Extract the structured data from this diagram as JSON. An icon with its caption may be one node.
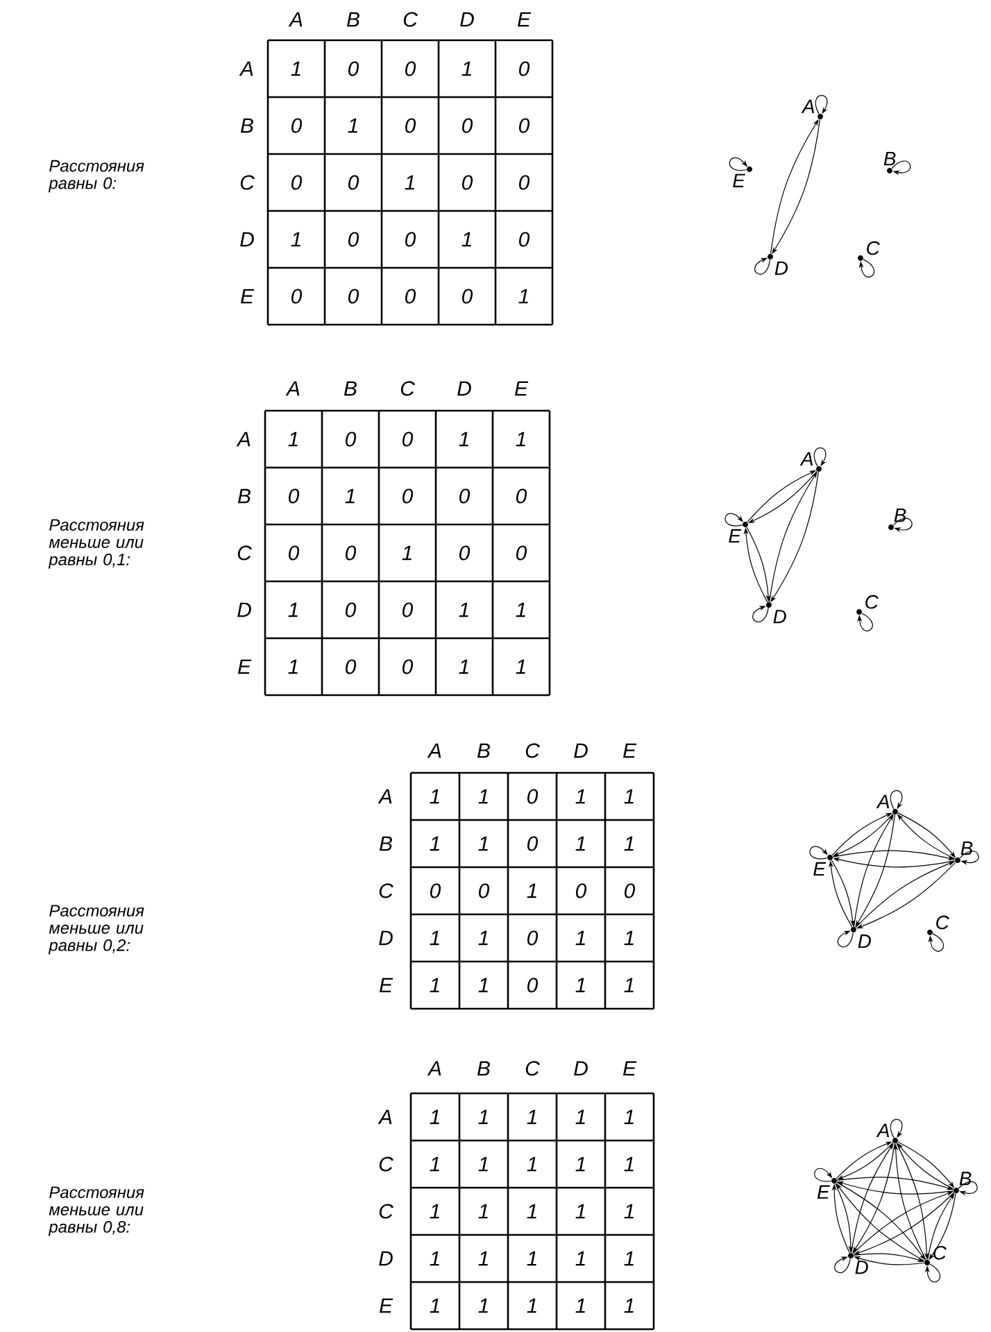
{
  "diagram": {
    "nodes": [
      {
        "text": [
          "A"
        ]
      },
      {
        "text": [
          "B"
        ]
      },
      {
        "text": [
          "C"
        ]
      },
      {
        "text": [
          "D"
        ]
      },
      {
        "text": [
          "E"
        ]
      },
      {
        "text": [
          "A"
        ]
      },
      {
        "text": [
          "B"
        ]
      },
      {
        "text": [
          "C"
        ]
      },
      {
        "text": [
          "D"
        ]
      },
      {
        "text": [
          "E"
        ]
      },
      {
        "text": [
          "A"
        ]
      },
      {
        "text": [
          "B"
        ]
      },
      {
        "text": [
          "C"
        ]
      },
      {
        "text": [
          "D"
        ]
      },
      {
        "text": [
          "E"
        ]
      },
      {
        "text": [
          "A"
        ]
      },
      {
        "text": [
          "B"
        ]
      },
      {
        "text": [
          "C"
        ]
      },
      {
        "text": [
          "D"
        ]
      },
      {
        "text": [
          "E"
        ]
      }
    ],
    "edges": [
      {
        "from": 0,
        "to": 3,
        "arrow": "to"
      },
      {
        "from": 3,
        "to": 0,
        "arrow": "to"
      },
      {
        "from": 0,
        "to": 0,
        "arrow": "to"
      },
      {
        "from": 1,
        "to": 1,
        "arrow": "to"
      },
      {
        "from": 2,
        "to": 2,
        "arrow": "to"
      },
      {
        "from": 3,
        "to": 3,
        "arrow": "to"
      },
      {
        "from": 4,
        "to": 4,
        "arrow": "to"
      },
      {
        "from": 5,
        "to": 8,
        "arrow": "to"
      },
      {
        "from": 8,
        "to": 5,
        "arrow": "to"
      },
      {
        "from": 5,
        "to": 9,
        "arrow": "to"
      },
      {
        "from": 9,
        "to": 5,
        "arrow": "to"
      },
      {
        "from": 8,
        "to": 9,
        "arrow": "to"
      },
      {
        "from": 9,
        "to": 8,
        "arrow": "to"
      },
      {
        "from": 5,
        "to": 5,
        "arrow": "to"
      },
      {
        "from": 6,
        "to": 6,
        "arrow": "to"
      },
      {
        "from": 7,
        "to": 7,
        "arrow": "to"
      },
      {
        "from": 8,
        "to": 8,
        "arrow": "to"
      },
      {
        "from": 9,
        "to": 9,
        "arrow": "to"
      },
      {
        "from": 10,
        "to": 11,
        "arrow": "to"
      },
      {
        "from": 11,
        "to": 10,
        "arrow": "to"
      },
      {
        "from": 10,
        "to": 13,
        "arrow": "to"
      },
      {
        "from": 13,
        "to": 10,
        "arrow": "to"
      },
      {
        "from": 10,
        "to": 14,
        "arrow": "to"
      },
      {
        "from": 14,
        "to": 10,
        "arrow": "to"
      },
      {
        "from": 11,
        "to": 13,
        "arrow": "to"
      },
      {
        "from": 13,
        "to": 11,
        "arrow": "to"
      },
      {
        "from": 11,
        "to": 14,
        "arrow": "to"
      },
      {
        "from": 14,
        "to": 11,
        "arrow": "to"
      },
      {
        "from": 13,
        "to": 14,
        "arrow": "to"
      },
      {
        "from": 14,
        "to": 13,
        "arrow": "to"
      },
      {
        "from": 10,
        "to": 10,
        "arrow": "to"
      },
      {
        "from": 11,
        "to": 11,
        "arrow": "to"
      },
      {
        "from": 12,
        "to": 12,
        "arrow": "to"
      },
      {
        "from": 13,
        "to": 13,
        "arrow": "to"
      },
      {
        "from": 14,
        "to": 14,
        "arrow": "to"
      },
      {
        "from": 15,
        "to": 16,
        "arrow": "to"
      },
      {
        "from": 16,
        "to": 15,
        "arrow": "to"
      },
      {
        "from": 15,
        "to": 17,
        "arrow": "to"
      },
      {
        "from": 17,
        "to": 15,
        "arrow": "to"
      },
      {
        "from": 15,
        "to": 18,
        "arrow": "to"
      },
      {
        "from": 18,
        "to": 15,
        "arrow": "to"
      },
      {
        "from": 15,
        "to": 19,
        "arrow": "to"
      },
      {
        "from": 19,
        "to": 15,
        "arrow": "to"
      },
      {
        "from": 16,
        "to": 17,
        "arrow": "to"
      },
      {
        "from": 17,
        "to": 16,
        "arrow": "to"
      },
      {
        "from": 16,
        "to": 18,
        "arrow": "to"
      },
      {
        "from": 18,
        "to": 16,
        "arrow": "to"
      },
      {
        "from": 16,
        "to": 19,
        "arrow": "to"
      },
      {
        "from": 19,
        "to": 16,
        "arrow": "to"
      },
      {
        "from": 17,
        "to": 18,
        "arrow": "to"
      },
      {
        "from": 18,
        "to": 17,
        "arrow": "to"
      },
      {
        "from": 17,
        "to": 19,
        "arrow": "to"
      },
      {
        "from": 19,
        "to": 17,
        "arrow": "to"
      },
      {
        "from": 18,
        "to": 19,
        "arrow": "to"
      },
      {
        "from": 19,
        "to": 18,
        "arrow": "to"
      },
      {
        "from": 15,
        "to": 15,
        "arrow": "to"
      },
      {
        "from": 16,
        "to": 16,
        "arrow": "to"
      },
      {
        "from": 17,
        "to": 17,
        "arrow": "to"
      },
      {
        "from": 18,
        "to": 18,
        "arrow": "to"
      },
      {
        "from": 19,
        "to": 19,
        "arrow": "to"
      }
    ],
    "labels": [
      "Расстояния равны 0:",
      "A",
      "B",
      "C",
      "D",
      "E",
      "A",
      "1",
      "0",
      "0",
      "1",
      "0",
      "B",
      "0",
      "1",
      "0",
      "0",
      "0",
      "C",
      "0",
      "0",
      "1",
      "0",
      "0",
      "D",
      "1",
      "0",
      "0",
      "1",
      "0",
      "E",
      "0",
      "0",
      "0",
      "0",
      "1",
      "Расстояния меньше или равны 0,1:",
      "A",
      "B",
      "C",
      "D",
      "E",
      "A",
      "1",
      "0",
      "0",
      "1",
      "1",
      "B",
      "0",
      "1",
      "0",
      "0",
      "0",
      "C",
      "0",
      "0",
      "1",
      "0",
      "0",
      "D",
      "1",
      "0",
      "0",
      "1",
      "1",
      "E",
      "1",
      "0",
      "0",
      "1",
      "1",
      "Расстояния меньше или равны 0,2:",
      "A",
      "B",
      "C",
      "D",
      "E",
      "A",
      "1",
      "1",
      "0",
      "1",
      "1",
      "B",
      "1",
      "1",
      "0",
      "1",
      "1",
      "C",
      "0",
      "0",
      "1",
      "0",
      "0",
      "D",
      "1",
      "1",
      "0",
      "1",
      "1",
      "E",
      "1",
      "1",
      "0",
      "1",
      "1",
      "Расстояния меньше или равны 0,8:",
      "A",
      "B",
      "C",
      "D",
      "E",
      "A",
      "1",
      "1",
      "1",
      "1",
      "1",
      "C",
      "1",
      "1",
      "1",
      "1",
      "1",
      "C",
      "1",
      "1",
      "1",
      "1",
      "1",
      "D",
      "1",
      "1",
      "1",
      "1",
      "1",
      "E",
      "1",
      "1",
      "1",
      "1",
      "1"
    ]
  }
}
